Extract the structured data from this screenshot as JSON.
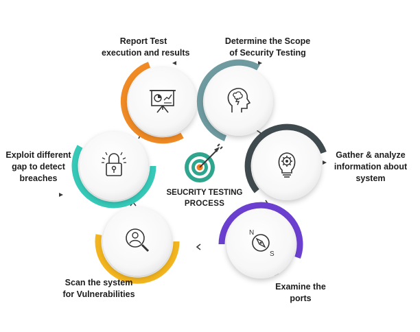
{
  "center": {
    "title_line1": "SEUCRITY TESTING",
    "title_line2": "PROCESS",
    "icon": "target-arrow-icon"
  },
  "colors": {
    "orange": "#f08a24",
    "slate": "#6e9aa0",
    "charcoal": "#3f4a4f",
    "purple": "#6b3fcf",
    "yellow": "#f3b51f",
    "teal": "#36c9b8"
  },
  "steps": [
    {
      "id": "report",
      "lines": [
        "Report Test",
        "execution and results"
      ],
      "icon": "presentation-chart-icon",
      "color": "#f08a24"
    },
    {
      "id": "scope",
      "lines": [
        "Determine the Scope",
        "of Security Testing"
      ],
      "icon": "head-storm-icon",
      "color": "#6e9aa0"
    },
    {
      "id": "gather",
      "lines": [
        "Gather & analyze",
        "information about",
        "system"
      ],
      "icon": "lightbulb-gear-icon",
      "color": "#3f4a4f"
    },
    {
      "id": "ports",
      "lines": [
        "Examine the",
        "ports"
      ],
      "icon": "compass-icon",
      "color": "#6b3fcf"
    },
    {
      "id": "scan",
      "lines": [
        "Scan the system",
        "for Vulnerabilities"
      ],
      "icon": "magnifier-user-icon",
      "color": "#f3b51f"
    },
    {
      "id": "exploit",
      "lines": [
        "Exploit different",
        "gap to detect",
        "breaches"
      ],
      "icon": "padlock-icon",
      "color": "#36c9b8"
    }
  ]
}
